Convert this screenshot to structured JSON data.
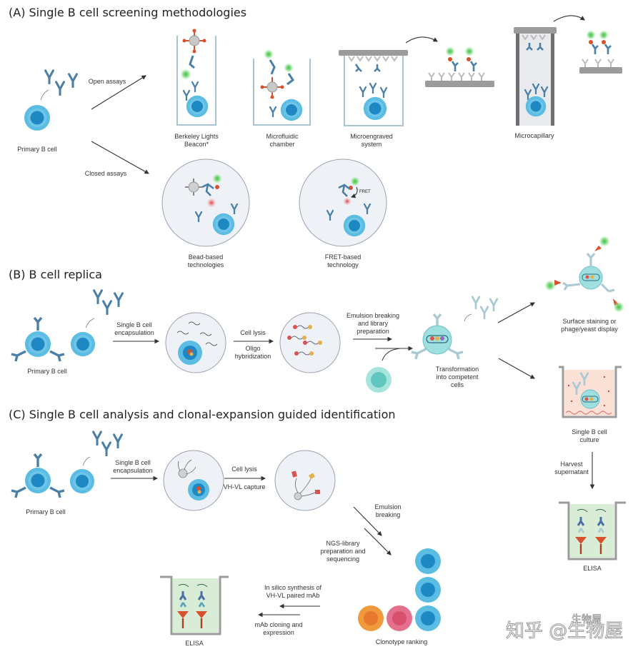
{
  "sections": {
    "a": {
      "title": "(A) Single B cell screening methodologies",
      "source_label": "Primary B cell",
      "open_label": "Open assays",
      "closed_label": "Closed assays",
      "methods": [
        {
          "line1": "Berkeley Lights",
          "line2": "Beacon*"
        },
        {
          "line1": "Microfluidic",
          "line2": "chamber"
        },
        {
          "line1": "Microengraved",
          "line2": "system"
        },
        {
          "line1": "Microcapillary",
          "line2": ""
        }
      ],
      "closed_methods": [
        {
          "line1": "Bead-based",
          "line2": "technologies"
        },
        {
          "line1": "FRET-based",
          "line2": "technology"
        }
      ],
      "fret_tag": "FRET"
    },
    "b": {
      "title": "(B) B cell replica",
      "source_label": "Primary B cell",
      "step1": {
        "line1": "Single B cell",
        "line2": "encapsulation"
      },
      "step2_top": "Cell lysis",
      "step2_bottom": {
        "line1": "Oligo",
        "line2": "hybridization"
      },
      "step3": {
        "line1": "Emulsion breaking",
        "line2": "and library",
        "line3": "preparation"
      },
      "transform": {
        "line1": "Transformation",
        "line2": "into competent",
        "line3": "cells"
      },
      "display": {
        "line1": "Surface staining or",
        "line2": "phage/yeast display"
      },
      "culture": {
        "line1": "Single B cell",
        "line2": "culture"
      },
      "harvest": {
        "line1": "Harvest",
        "line2": "supernatant"
      },
      "elisa": "ELISA"
    },
    "c": {
      "title": "(C) Single B cell analysis and clonal-expansion guided identification",
      "source_label": "Primary B cell",
      "step1": {
        "line1": "Single B cell",
        "line2": "encapsulation"
      },
      "step2_top": "Cell lysis",
      "step2_bottom": "VH-VL capture",
      "emulsion": {
        "line1": "Emulsion",
        "line2": "breaking"
      },
      "ngs": {
        "line1": "NGS-library",
        "line2": "preparation and",
        "line3": "sequencing"
      },
      "ranking": "Clonotype ranking",
      "insilico": {
        "line1": "In silico synthesis of",
        "line2": "VH-VL paired mAb"
      },
      "cloning": {
        "line1": "mAb cloning and",
        "line2": "expression"
      },
      "elisa": "ELISA"
    }
  },
  "watermark": {
    "main": "知乎 @生物屋",
    "small": "生物屋"
  },
  "colors": {
    "cell_outer": "#5bbde4",
    "cell_inner": "#1e88c2",
    "antibody": "#4a7fa8",
    "antibody_light": "#a9c9d4",
    "droplet": "#eef2f7",
    "droplet_stroke": "#9aa2ad",
    "gray": "#9b9b9b",
    "green_glow": "#5fcf5f",
    "red": "#d9512c",
    "orange_cell": "#f09a3e",
    "pink_cell": "#e5708d",
    "teal_cell": "#5fc7c0"
  }
}
